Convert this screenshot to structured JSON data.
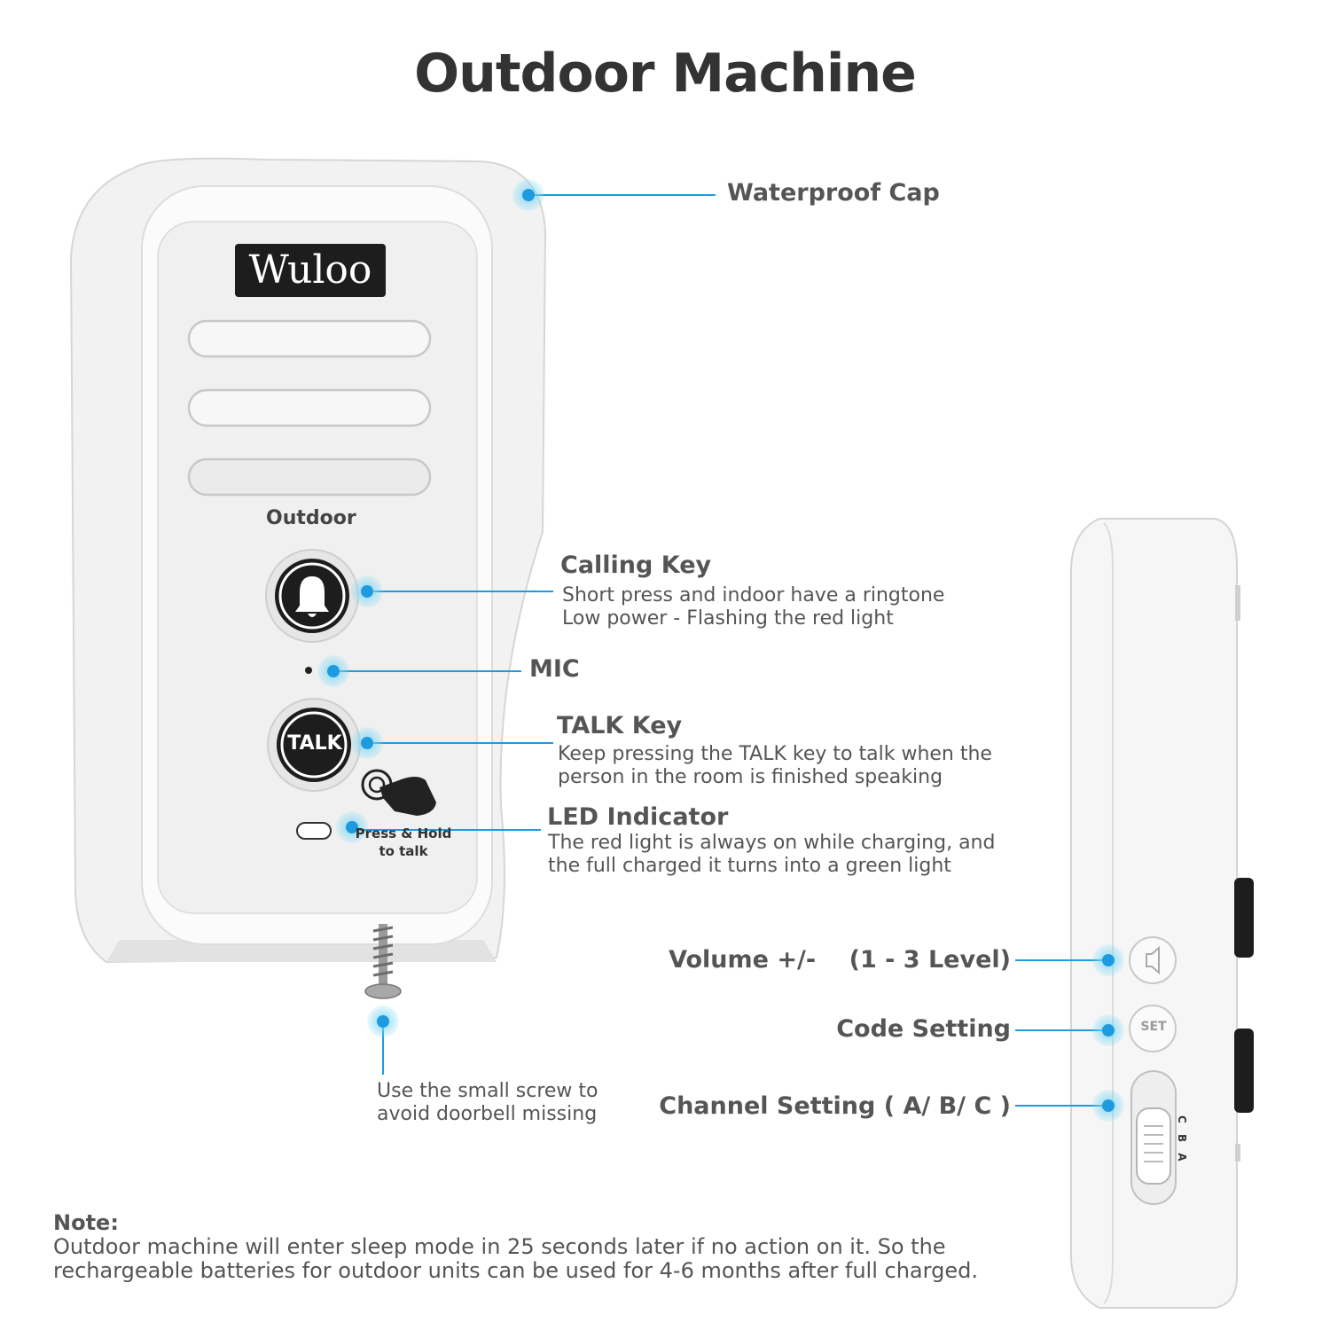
{
  "title": "Outdoor Machine",
  "device": {
    "brand": "Wuloo",
    "unit_label": "Outdoor",
    "talk_button_text": "TALK",
    "press_hint": [
      "Press & Hold",
      "to talk"
    ],
    "set_button_text": "SET",
    "channel_letters": "C B A"
  },
  "callouts": {
    "waterproof_cap": {
      "label": "Waterproof Cap"
    },
    "calling_key": {
      "label": "Calling Key",
      "lines": [
        "Short press and indoor have a ringtone",
        "Low power - Flashing the red light"
      ]
    },
    "mic": {
      "label": "MIC"
    },
    "talk_key": {
      "label": "TALK Key",
      "lines": [
        "Keep pressing the TALK key to talk when the",
        "person in the room is finished speaking"
      ]
    },
    "led_indicator": {
      "label": "LED Indicator",
      "lines": [
        "The red light is always on while charging, and",
        "the full charged it turns into a green light"
      ]
    },
    "volume": {
      "label": "Volume +/-    (1 - 3 Level)"
    },
    "code_setting": {
      "label": "Code Setting"
    },
    "channel_setting": {
      "label": "Channel Setting ( A/ B/ C )"
    },
    "screw": {
      "lines": [
        "Use the small screw to",
        "avoid doorbell missing"
      ]
    }
  },
  "note": {
    "heading": "Note:",
    "lines": [
      "Outdoor machine will enter sleep mode in 25 seconds later if no action on it. So the",
      "rechargeable batteries for outdoor units can be used for 4-6 months after full charged."
    ]
  },
  "colors": {
    "callout_blue": "#1e9be0",
    "dot_glow": "#7fd8f5",
    "device_white": "#f4f4f4",
    "button_dark": "#1d1d1d"
  }
}
